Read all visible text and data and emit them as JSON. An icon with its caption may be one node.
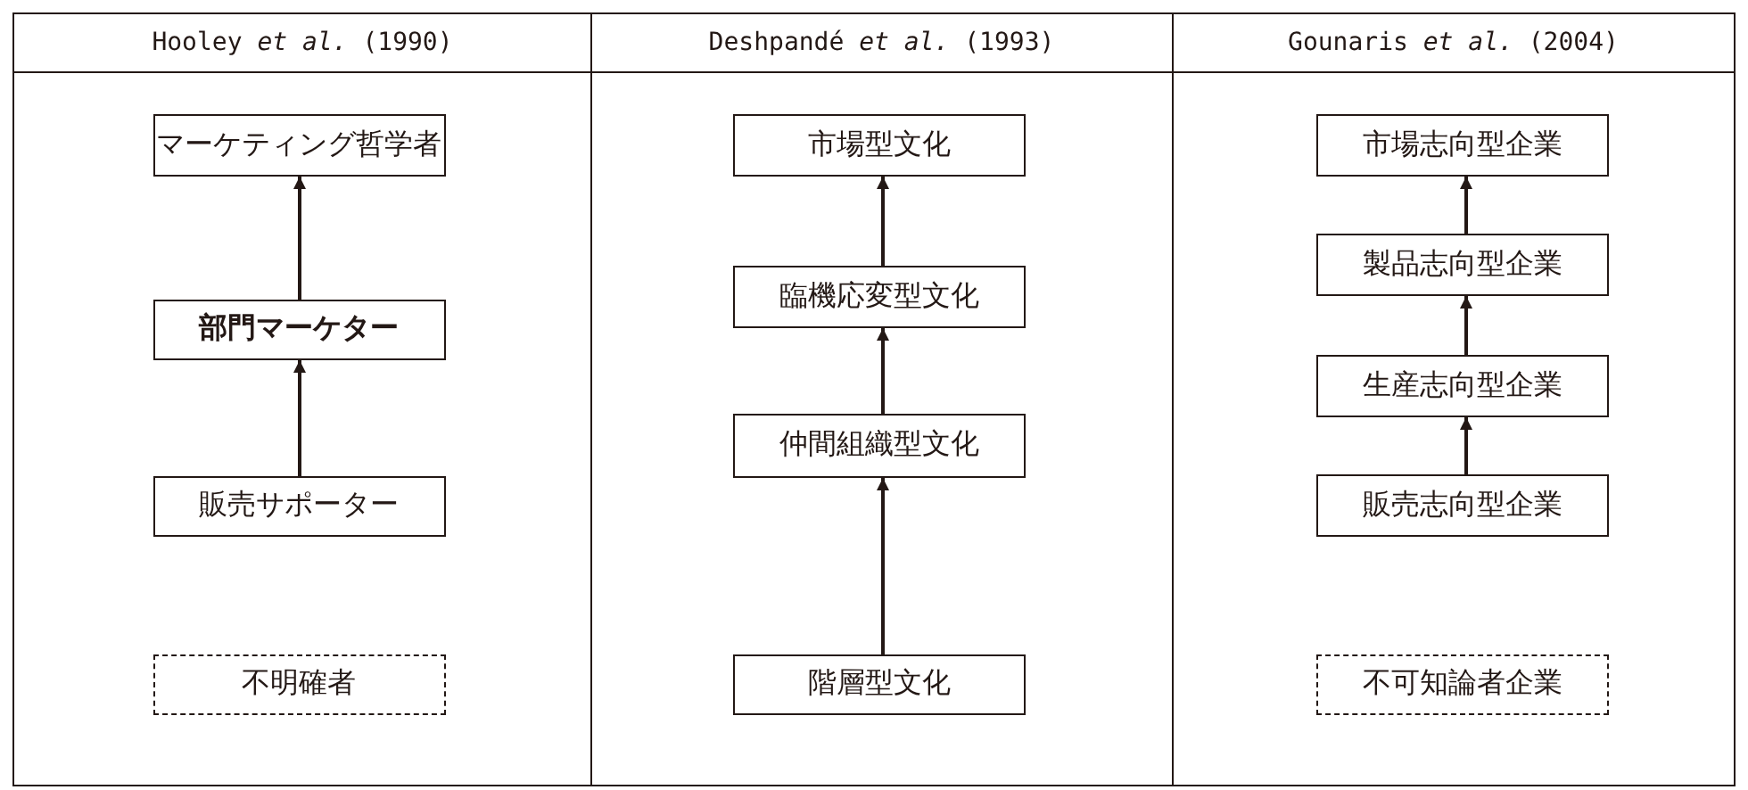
{
  "diagram": {
    "nodes": [
      {
        "text": [
          "Hooley *et al.* (1990)"
        ]
      },
      {
        "text": [
          "マーケティング哲学者"
        ],
        "in": 0
      },
      {
        "text": [
          "部門マーケター"
        ],
        "in": 0
      },
      {
        "text": [
          "販売サポーター"
        ],
        "in": 0
      },
      {
        "text": [
          "不明確者"
        ],
        "in": 0
      },
      {
        "text": [
          "Deshpandé *et al.* (1993)"
        ]
      },
      {
        "text": [
          "市場型文化"
        ],
        "in": 5
      },
      {
        "text": [
          "臨機応変型文化"
        ],
        "in": 5
      },
      {
        "text": [
          "仲間組織型文化"
        ],
        "in": 5
      },
      {
        "text": [
          "階層型文化"
        ],
        "in": 5
      },
      {
        "text": [
          "Gounaris *et al.* (2004)"
        ]
      },
      {
        "text": [
          "市場志向型企業"
        ],
        "in": 10
      },
      {
        "text": [
          "製品志向型企業"
        ],
        "in": 10
      },
      {
        "text": [
          "生産志向型企業"
        ],
        "in": 10
      },
      {
        "text": [
          "販売志向型企業"
        ],
        "in": 10
      },
      {
        "text": [
          "不可知論者企業"
        ],
        "in": 10
      }
    ],
    "edges": [
      {
        "from": 3,
        "to": 2,
        "arrow": "to"
      },
      {
        "from": 2,
        "to": 1,
        "arrow": "to"
      },
      {
        "from": 9,
        "to": 8,
        "arrow": "to"
      },
      {
        "from": 8,
        "to": 7,
        "arrow": "to"
      },
      {
        "from": 7,
        "to": 6,
        "arrow": "to"
      },
      {
        "from": 14,
        "to": 13,
        "arrow": "to"
      },
      {
        "from": 13,
        "to": 12,
        "arrow": "to"
      },
      {
        "from": 12,
        "to": 11,
        "arrow": "to"
      }
    ]
  }
}
